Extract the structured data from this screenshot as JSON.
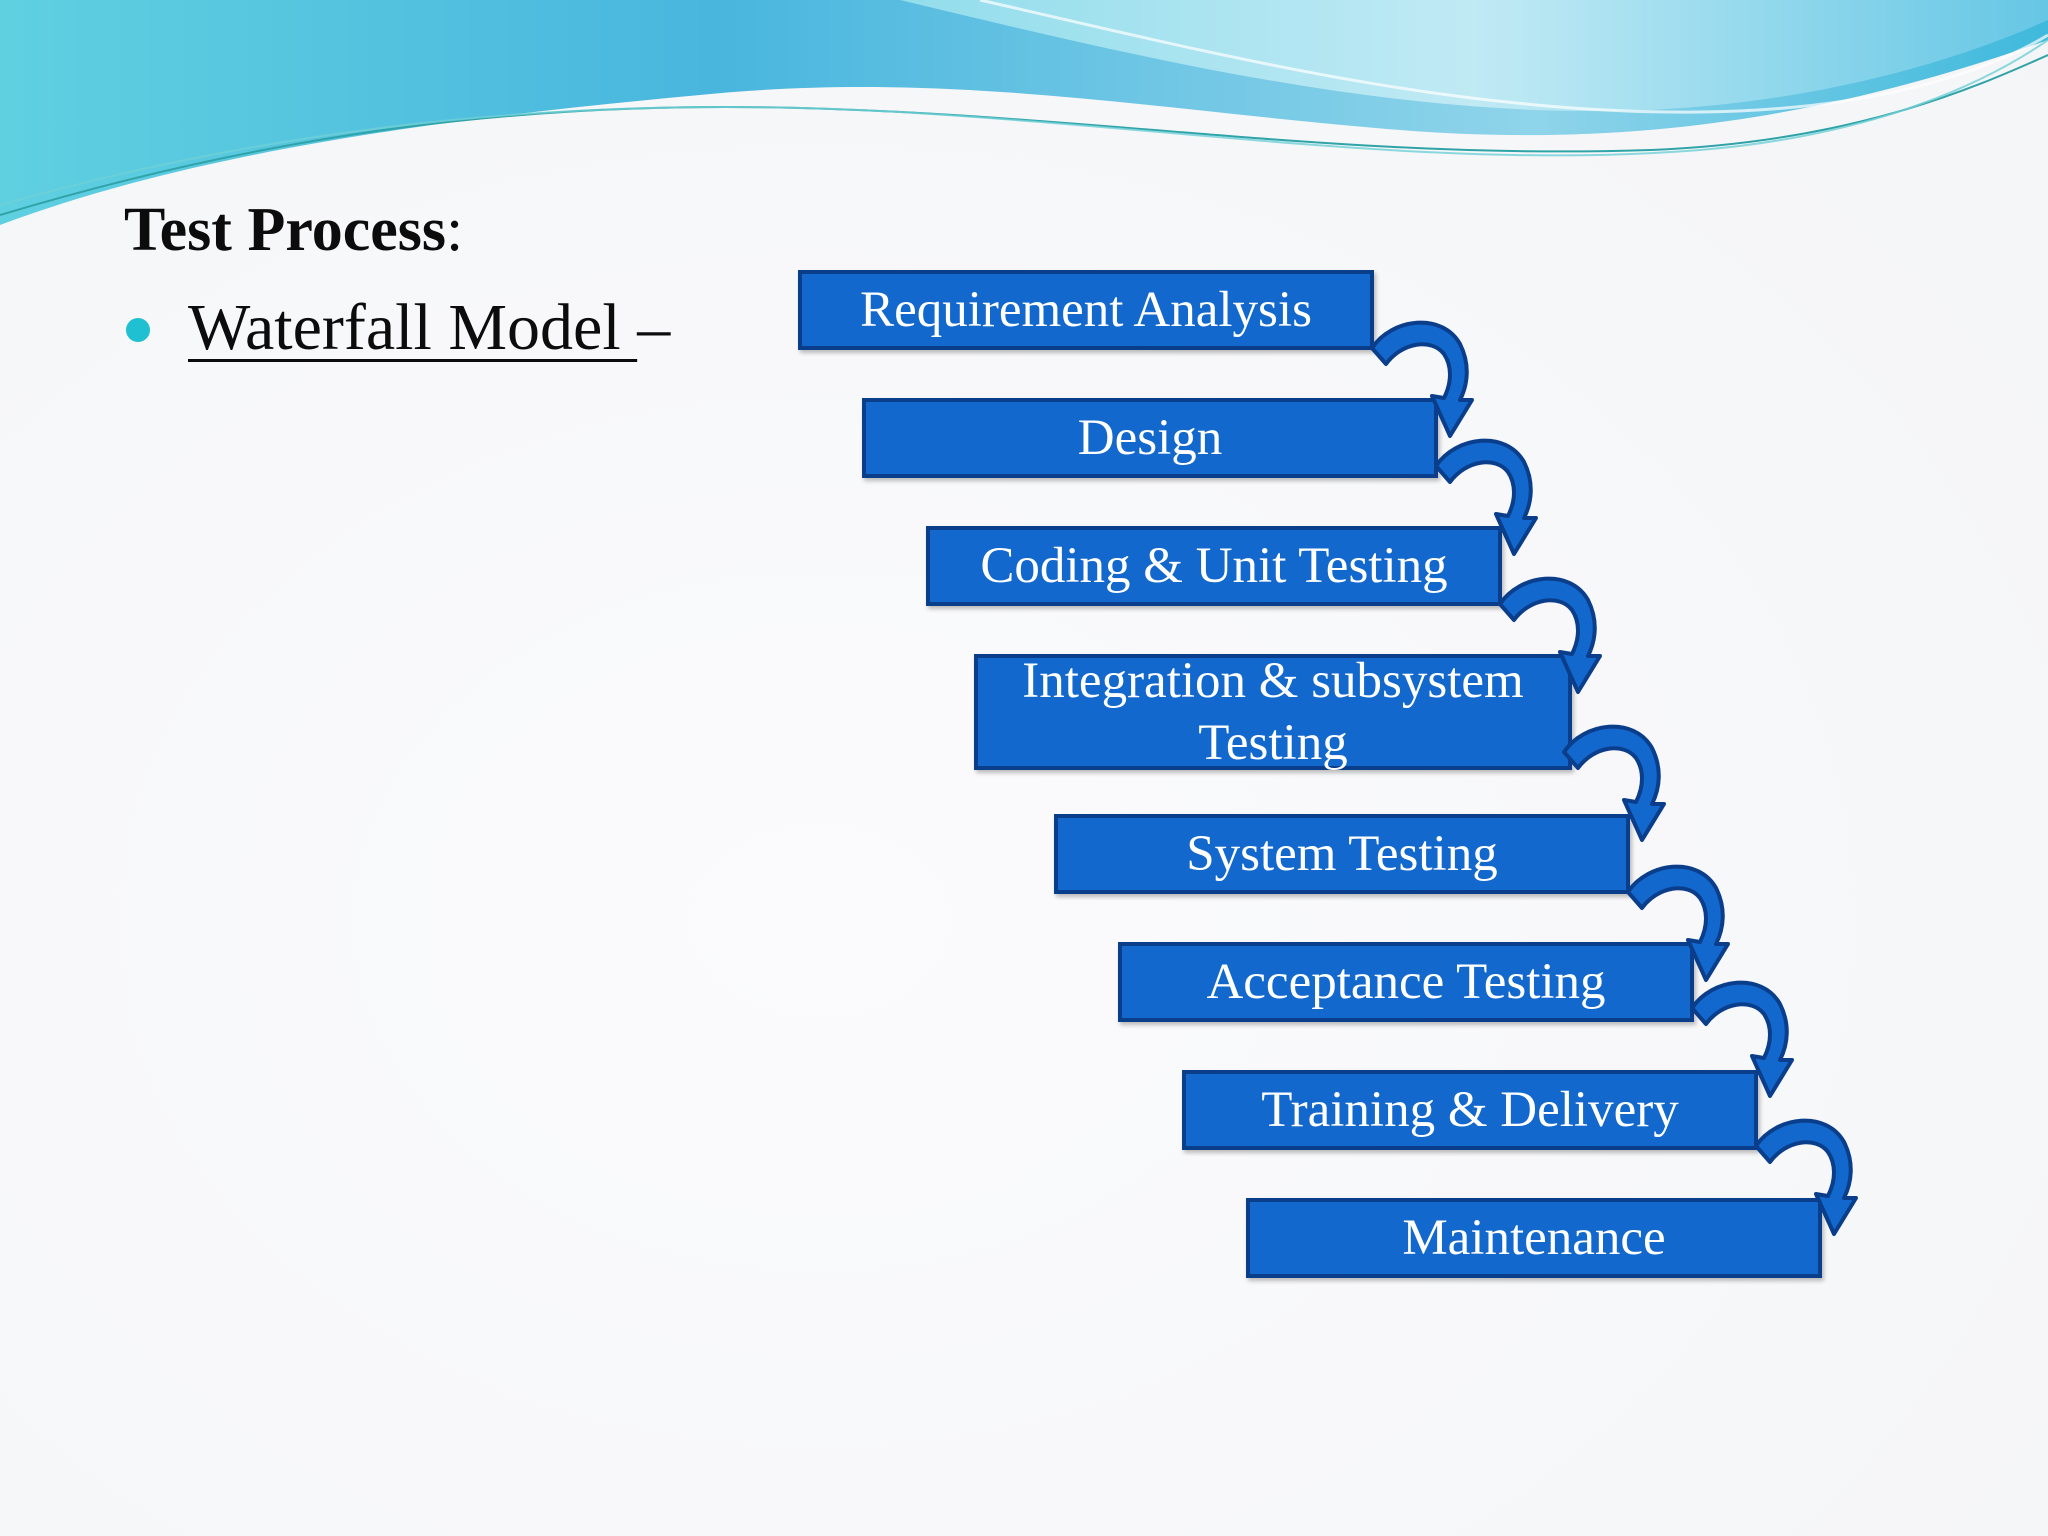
{
  "slide": {
    "title_bold": "Test Process",
    "title_colon": ":",
    "bullet_underlined": "Waterfall Model ",
    "bullet_suffix": "–"
  },
  "colors": {
    "accent_bullet": "#1fc0d2",
    "box_fill": "#1268cc",
    "box_border": "#0b3e8a",
    "arrow_fill": "#1268cc",
    "header_wave": "#3fb9dc"
  },
  "waterfall": {
    "steps": [
      {
        "label": "Requirement Analysis"
      },
      {
        "label": "Design"
      },
      {
        "label": "Coding & Unit Testing"
      },
      {
        "label": "Integration & subsystem Testing"
      },
      {
        "label": "System Testing"
      },
      {
        "label": "Acceptance Testing"
      },
      {
        "label": "Training & Delivery"
      },
      {
        "label": "Maintenance"
      }
    ],
    "arrow_icon": "curved-down-arrow-icon"
  }
}
